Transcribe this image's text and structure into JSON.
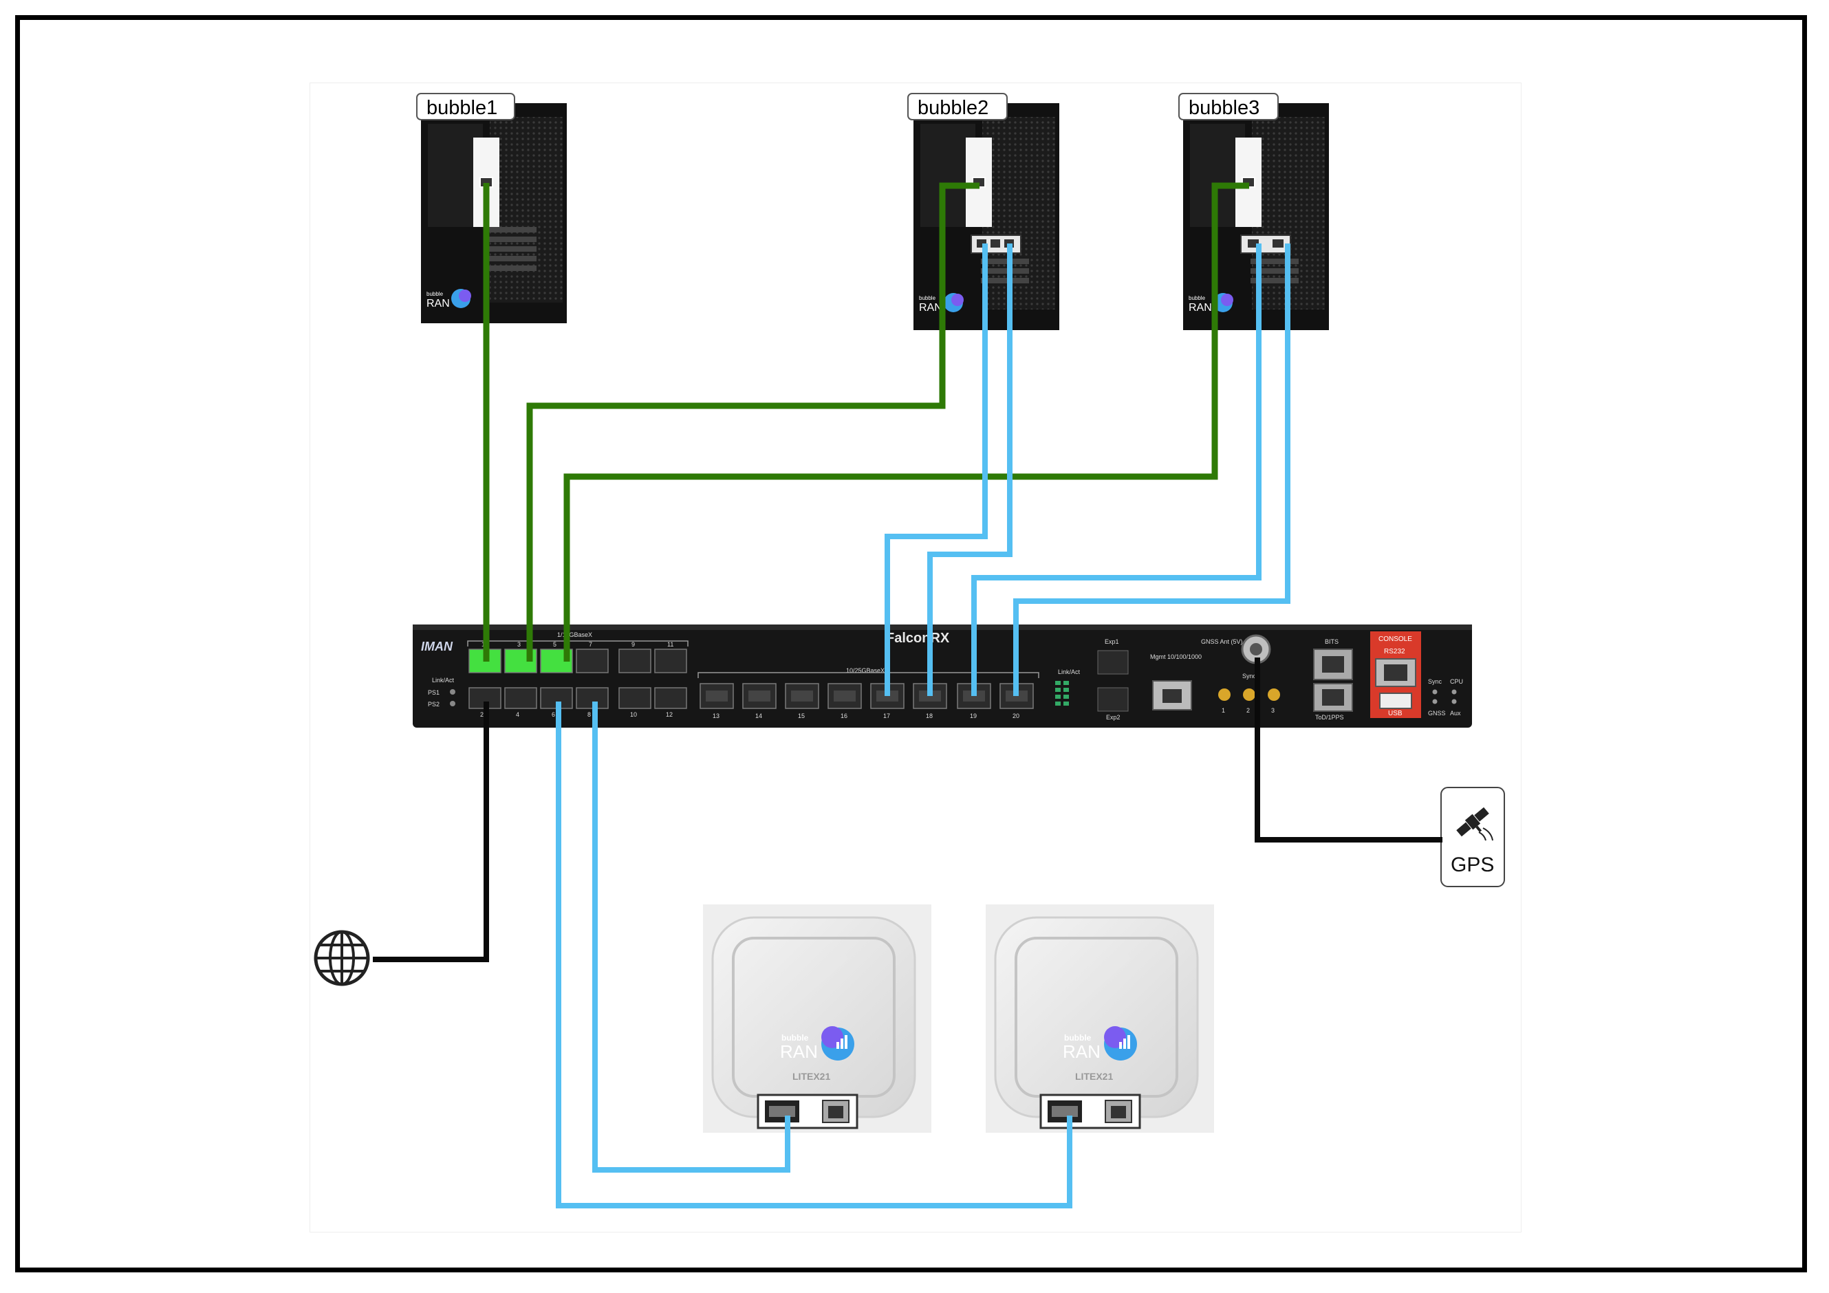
{
  "servers": [
    {
      "label": "bubble1",
      "brand_small": "bubble",
      "brand_big": "RAN"
    },
    {
      "label": "bubble2",
      "brand_small": "bubble",
      "brand_big": "RAN"
    },
    {
      "label": "bubble3",
      "brand_small": "bubble",
      "brand_big": "RAN"
    }
  ],
  "switch": {
    "model": "FalconRX",
    "vendor_logo": "IMAN",
    "section_sfp_top": "1/10GBaseX",
    "section_sfp_bottom": "10/25GBaseX",
    "status_labels": [
      "Link/Act",
      "PS1",
      "PS2"
    ],
    "top_port_numbers": [
      "1",
      "3",
      "5",
      "7",
      "9",
      "11"
    ],
    "bottom_port_numbers": [
      "2",
      "4",
      "6",
      "8",
      "10",
      "12"
    ],
    "lower_port_numbers": [
      "13",
      "14",
      "15",
      "16",
      "17",
      "18",
      "19",
      "20"
    ],
    "link_act_label": "Link/Act",
    "exp_labels": [
      "Exp1",
      "Exp2"
    ],
    "mgmt_label": "Mgmt 10/100/1000",
    "gnss_label": "GNSS Ant (5V)",
    "sync_label": "Sync",
    "sma_numbers": [
      "1",
      "2",
      "3"
    ],
    "bits_label": "BITS",
    "tod_label": "ToD/1PPS",
    "console_label": "CONSOLE",
    "rs232_label": "RS232",
    "usb_label": "USB",
    "led_labels": [
      "Sync",
      "CPU",
      "GNSS",
      "Aux"
    ]
  },
  "gps": {
    "label": "GPS",
    "icon": "satellite-icon"
  },
  "internet": {
    "icon": "globe-icon"
  },
  "radio_units": [
    {
      "brand_small": "bubble",
      "brand_big": "RAN",
      "model": "LITEX21"
    },
    {
      "brand_small": "bubble",
      "brand_big": "RAN",
      "model": "LITEX21"
    }
  ],
  "colors": {
    "management_link": "#2e7a06",
    "fronthaul_link": "#55bff2",
    "uplink": "#0a0a0a",
    "active_port": "#44e040",
    "console_panel": "#d93a2a"
  }
}
